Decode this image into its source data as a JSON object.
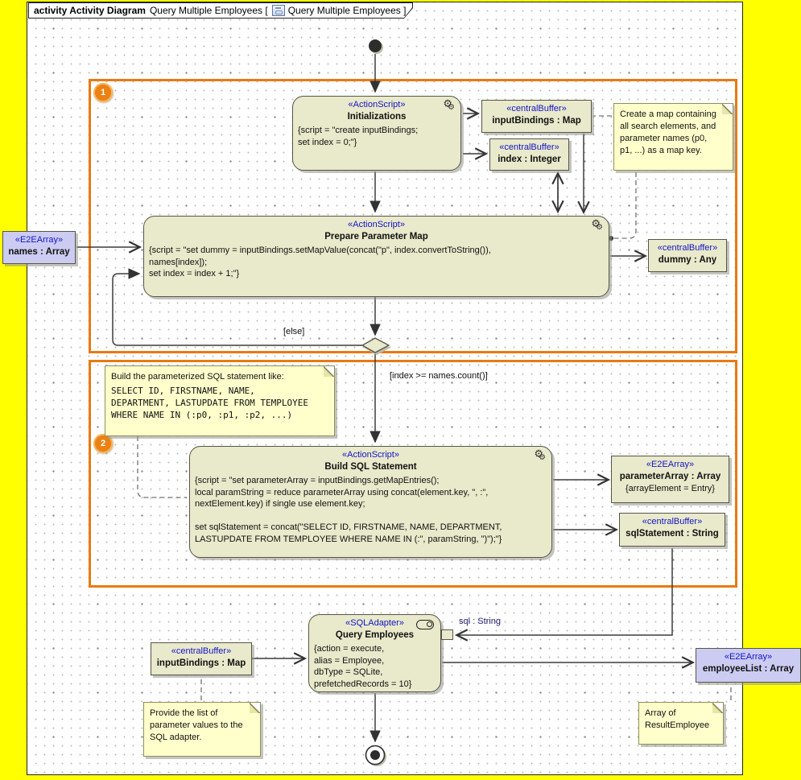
{
  "tab": {
    "keyword": "activity Activity Diagram",
    "context": "Query Multiple Employees [",
    "name": "Query Multiple Employees ]"
  },
  "regions": {
    "frame1_badge": "1",
    "frame2_badge": "2"
  },
  "colors": {
    "background_yellow": "#ffff00",
    "region_orange": "#e87a12",
    "node_fill": "#e9e9cb",
    "object_fill": "#ccccf2",
    "note_fill": "#ffffcc",
    "stereotype_blue": "#1414c8"
  },
  "nodes": {
    "initializations": {
      "stereotype": "«ActionScript»",
      "name": "Initializations",
      "script": "{script = \"create inputBindings;\nset index = 0;\"}"
    },
    "input_bindings_top": {
      "stereotype": "«centralBuffer»",
      "name": "inputBindings : Map"
    },
    "index_buffer": {
      "stereotype": "«centralBuffer»",
      "name": "index : Integer"
    },
    "prepare_parameter_map": {
      "stereotype": "«ActionScript»",
      "name": "Prepare Parameter Map",
      "script": "{script = \"set dummy = inputBindings.setMapValue(concat(\"p\", index.convertToString()),\nnames[index]);\nset index = index + 1;\"}"
    },
    "names_array": {
      "stereotype": "«E2EArray»",
      "name": "names : Array"
    },
    "dummy_any": {
      "stereotype": "«centralBuffer»",
      "name": "dummy : Any"
    },
    "build_sql_statement": {
      "stereotype": "«ActionScript»",
      "name": "Build SQL Statement",
      "script": "{script = \"set parameterArray = inputBindings.getMapEntries();\nlocal paramString = reduce parameterArray using concat(element.key, \", :\",\nnextElement.key) if single use element.key;\n\nset sqlStatement = concat(\"SELECT ID, FIRSTNAME, NAME, DEPARTMENT,\nLASTUPDATE FROM TEMPLOYEE WHERE NAME IN (:\", paramString, \")\");\"}"
    },
    "parameter_array": {
      "stereotype": "«E2EArray»",
      "name": "parameterArray : Array",
      "tag": "{arrayElement = Entry}"
    },
    "sql_statement": {
      "stereotype": "«centralBuffer»",
      "name": "sqlStatement : String"
    },
    "query_employees": {
      "stereotype": "«SQLAdapter»",
      "name": "Query Employees",
      "script": "{action = execute,\nalias = Employee,\ndbType = SQLite,\nprefetchedRecords = 10}"
    },
    "input_bindings_bottom": {
      "stereotype": "«centralBuffer»",
      "name": "inputBindings : Map"
    },
    "employee_list": {
      "stereotype": "«E2EArray»",
      "name": "employeeList : Array"
    }
  },
  "notes": {
    "map_note": "Create a map containing\nall search elements, and\nparameter names (p0,\np1, ...) as a map key.",
    "sql_note_intro": "Build the parameterized SQL statement like:",
    "sql_note_code": "SELECT ID, FIRSTNAME, NAME,\nDEPARTMENT, LASTUPDATE FROM TEMPLOYEE\nWHERE NAME IN (:p0, :p1, :p2, ...)",
    "provide_note": "Provide the list of\nparameter values to the\nSQL adapter.",
    "result_note": "Array of\nResultEmployee"
  },
  "labels": {
    "else_guard": "[else]",
    "index_guard": "[index >= names.count()]",
    "sql_pin": "sql : String"
  }
}
